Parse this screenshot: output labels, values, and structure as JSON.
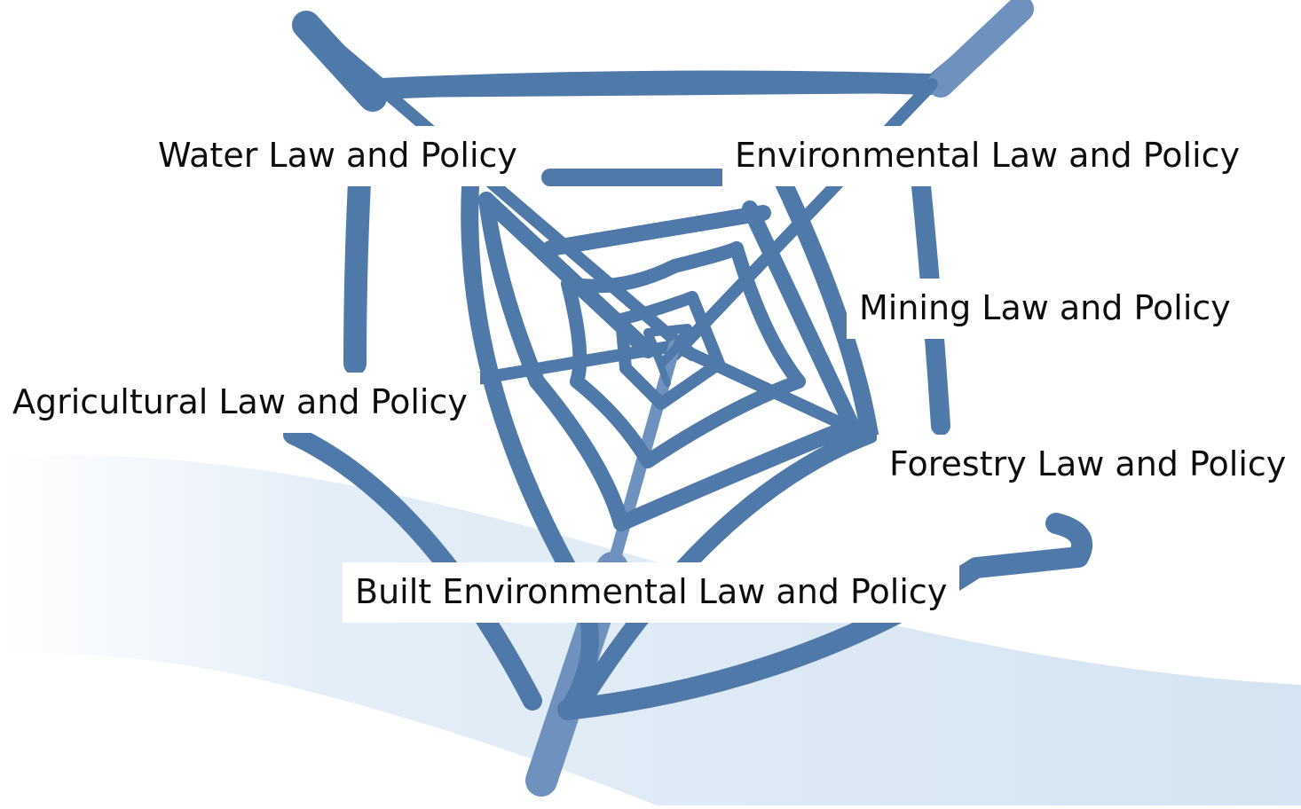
{
  "colors": {
    "web_stroke": "#4f79a8",
    "web_light": "#6e92bd",
    "wave": "#d7e5f3",
    "label_bg": "#ffffff",
    "label_text": "#0d0d0d"
  },
  "diagram": {
    "type": "spider-web",
    "center_icon": "spider-web-icon",
    "labels": [
      {
        "id": "water",
        "text": "Water Law and Policy"
      },
      {
        "id": "environmental",
        "text": "Environmental Law and Policy"
      },
      {
        "id": "mining",
        "text": "Mining Law and Policy"
      },
      {
        "id": "agricultural",
        "text": "Agricultural Law and Policy"
      },
      {
        "id": "forestry",
        "text": "Forestry Law and Policy"
      },
      {
        "id": "built",
        "text": "Built Environmental Law and Policy"
      }
    ]
  }
}
